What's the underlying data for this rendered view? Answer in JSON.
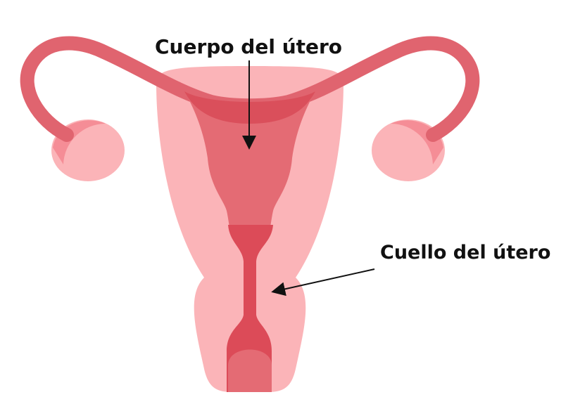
{
  "labels": {
    "body": "Cuerpo del útero",
    "cervix": "Cuello del útero"
  },
  "colors": {
    "outer_light": "#fbb4b8",
    "ovary": "#f58d96",
    "tube": "#e0646f",
    "body": "#e46b74",
    "fundus_dark": "#da4f5b",
    "canal": "#dc4b58",
    "arrow": "#111111",
    "text": "#111111"
  },
  "icons": {
    "body_arrow": "arrow-down",
    "cervix_arrow": "arrow-left"
  }
}
